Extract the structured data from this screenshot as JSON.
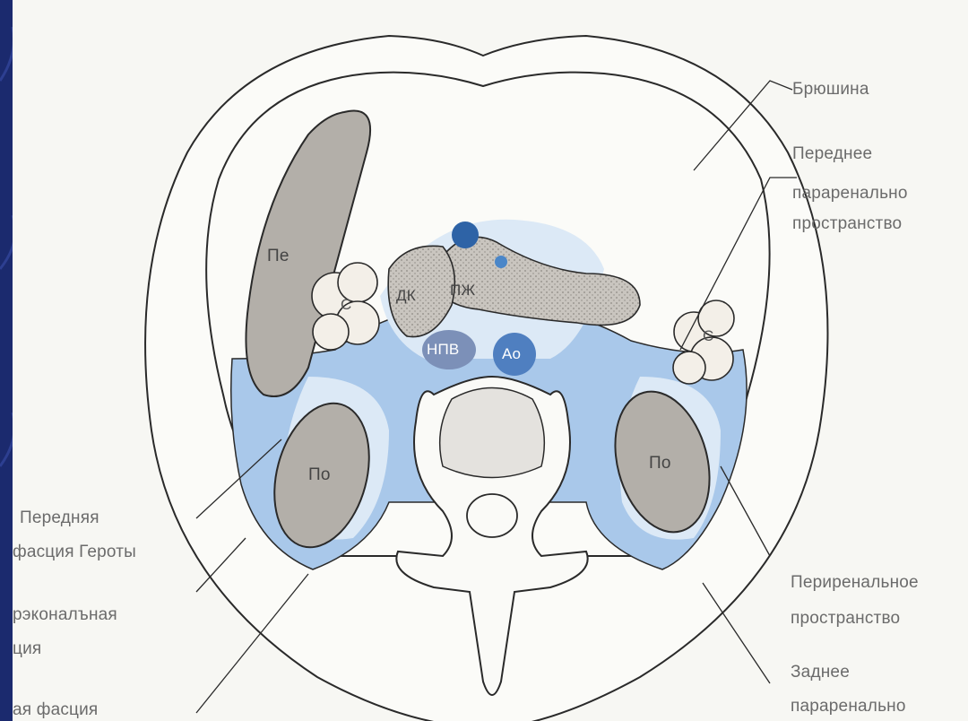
{
  "labels": {
    "peritoneum": "Брюшина",
    "anterior_pararenal_1": "Переднее",
    "anterior_pararenal_2": "параренально",
    "anterior_pararenal_3": "пространство",
    "perirenal_1": "Периренальное",
    "perirenal_2": "пространство",
    "posterior_pararenal_1": "Заднее",
    "posterior_pararenal_2": "параренально",
    "anterior_gerota_1": "Передняя",
    "anterior_gerota_2": "фасция Героты",
    "lateroconal_1": "рэконалъная",
    "lateroconal_2": "ция",
    "posterior_fascia": "ая фасция"
  },
  "organs": {
    "liver": "Пе",
    "pancreas": "ПЖ",
    "duodenum": "ДК",
    "ivc": "НПВ",
    "aorta": "Ао",
    "colon_right": "С",
    "colon_left": "С",
    "kidney_right": "По",
    "kidney_left": "По"
  },
  "colors": {
    "slide_background": "#1b2a6e",
    "panel": "#f7f7f3",
    "fascia_blue": "#a9c8ea",
    "fluid_light": "#dce9f6",
    "organ_gray": "#b3afa9",
    "vessel_blue": "#2e63a6",
    "line": "#2a2a2a"
  }
}
